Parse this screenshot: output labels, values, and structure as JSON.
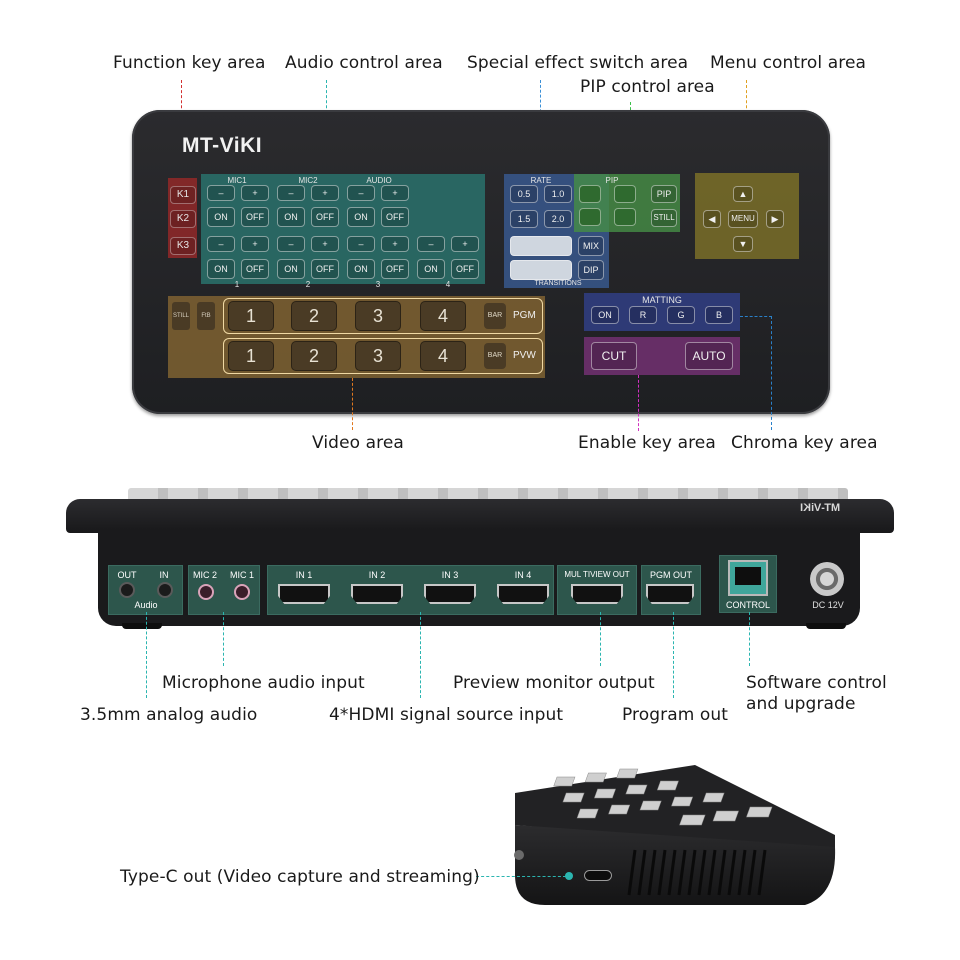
{
  "top_callouts": {
    "function_key": "Function key area",
    "audio_control": "Audio control area",
    "special_effect": "Special effect switch area",
    "pip_control": "PIP control area",
    "menu_control": "Menu control area",
    "video": "Video area",
    "enable_key": "Enable key area",
    "chroma_key": "Chroma key area"
  },
  "panel": {
    "logo": "MT-ViKI",
    "function_keys": [
      "K1",
      "K2",
      "K3"
    ],
    "mic_groups": [
      "MIC1",
      "MIC2",
      "AUDIO"
    ],
    "channel_numbers": [
      "1",
      "2",
      "3",
      "4"
    ],
    "minus": "–",
    "plus": "+",
    "on": "ON",
    "off": "OFF",
    "rate_title": "RATE",
    "rate_values": [
      "0.5",
      "1.0",
      "1.5",
      "2.0"
    ],
    "mix": "MIX",
    "dip": "DIP",
    "transitions": "TRANSITIONS",
    "pip_title": "PIP",
    "pip_btn": "PIP",
    "still_btn": "STILL",
    "menu": "MENU",
    "still_small": "STILL",
    "ftb_small": "FtB",
    "video_keys": [
      "1",
      "2",
      "3",
      "4"
    ],
    "bar": "BAR",
    "pgm": "PGM",
    "pvw": "PVW",
    "matting_title": "MATTING",
    "matting_keys": [
      "ON",
      "R",
      "G",
      "B"
    ],
    "cut": "CUT",
    "auto": "AUTO"
  },
  "rear": {
    "logo_mirrored": "MT-ViKI",
    "audio_out": "OUT",
    "audio_in": "IN",
    "audio_label": "Audio",
    "mic2": "MIC 2",
    "mic1": "MIC 1",
    "inputs": [
      "IN 1",
      "IN 2",
      "IN 3",
      "IN 4"
    ],
    "multiview_out": "MUL TIVIEW OUT",
    "pgm_out": "PGM OUT",
    "control": "CONTROL",
    "dc": "DC  12V"
  },
  "rear_callouts": {
    "microphone_input": "Microphone audio input",
    "preview_output": "Preview monitor output",
    "software_control": "Software control and upgrade",
    "analog_audio": "3.5mm analog audio",
    "hdmi_input": "4*HDMI signal source input",
    "program_out": "Program out"
  },
  "side_callouts": {
    "type_c": "Type-C out (Video capture and streaming)"
  },
  "colors": {
    "red_zone": "#8a2b2b",
    "teal_zone": "#2a6f6a",
    "blue_zone": "#3a5a8a",
    "green_zone": "#3e7a3e",
    "yellow_zone": "#7a6a2a",
    "orange_zone": "#7a5a2e",
    "navy_zone": "#2f3f7a",
    "magenta_zone": "#6a2f6a",
    "port_panel": "#2d564c"
  }
}
